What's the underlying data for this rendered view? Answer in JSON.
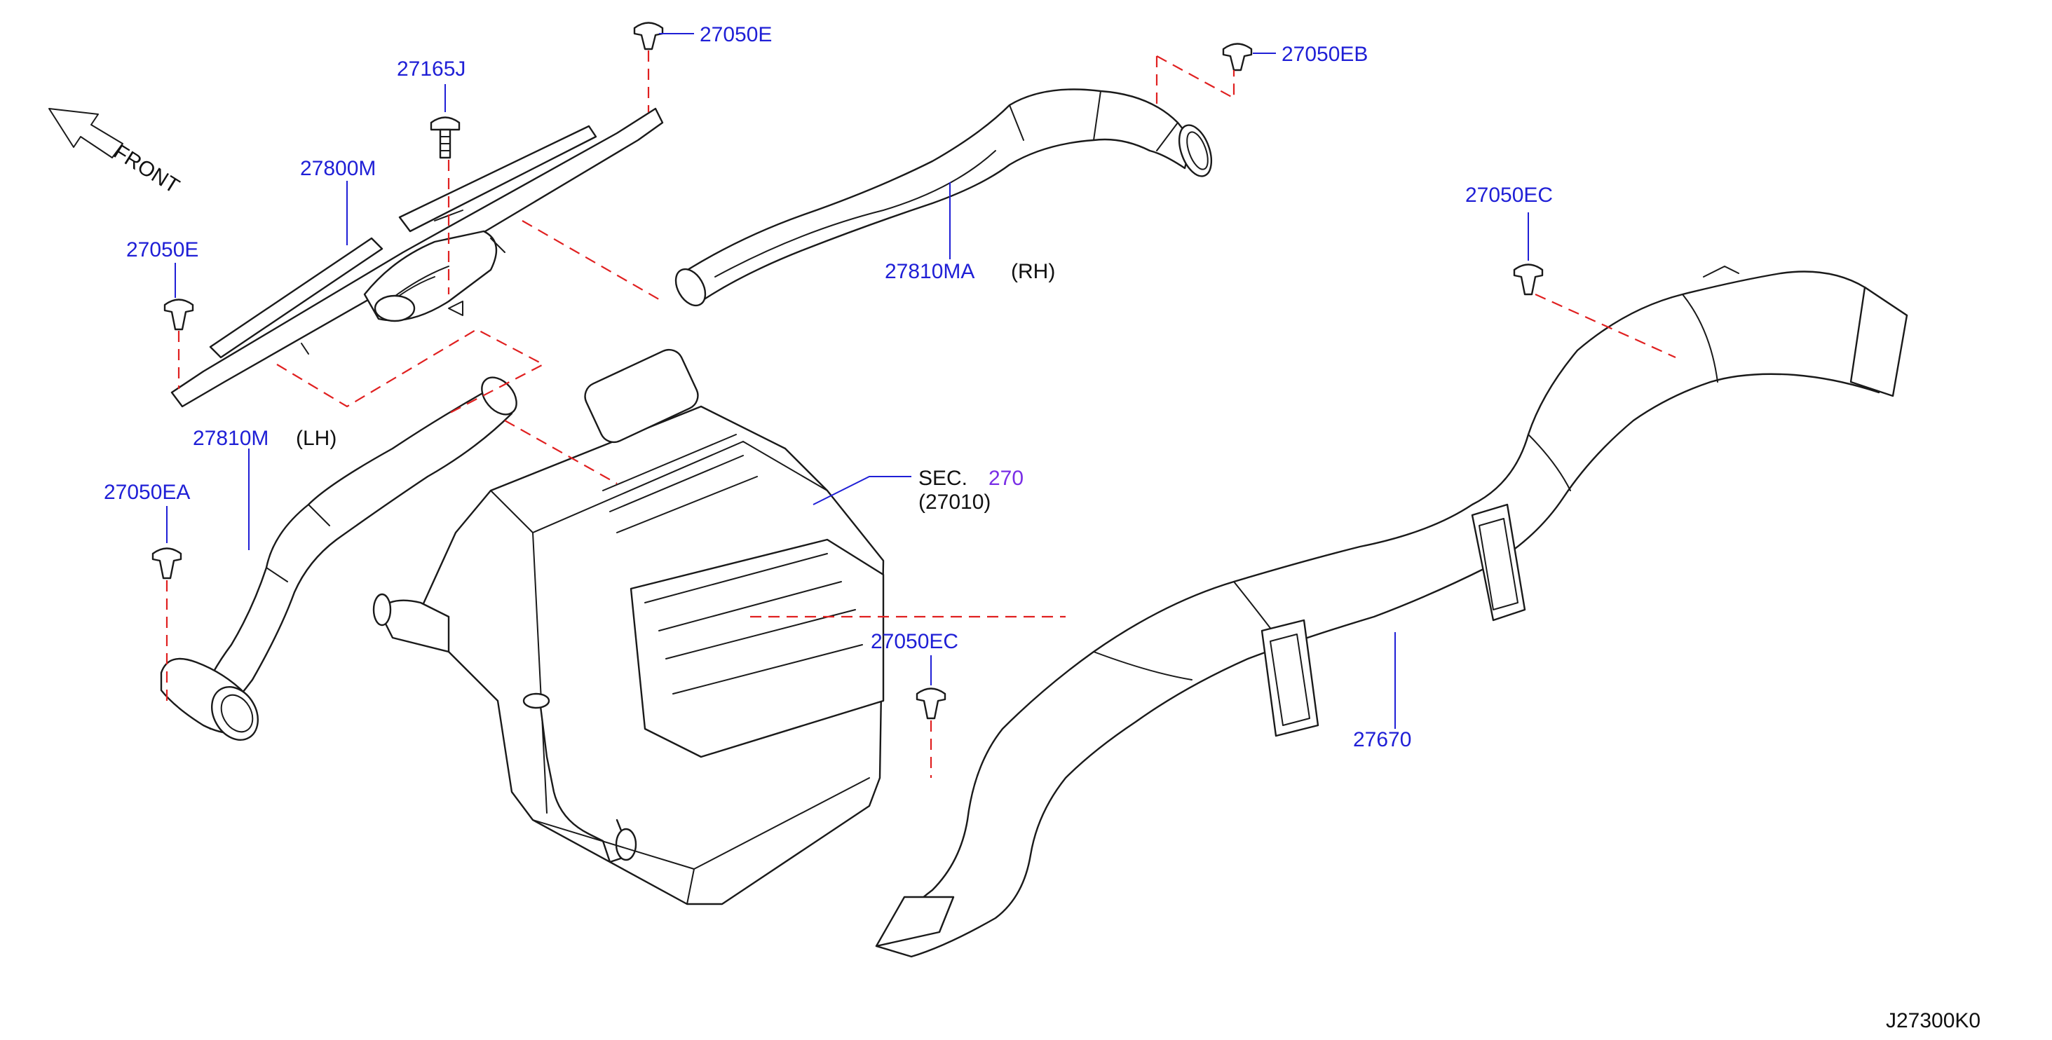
{
  "diagram": {
    "code": "J27300K0",
    "front_label": "FRONT",
    "labels": {
      "clip_top_center": "27050E",
      "bolt": "27165J",
      "clip_eb": "27050EB",
      "defroster_nozzle": "27800M",
      "clip_left": "27050E",
      "duct_rh": "27810MA",
      "duct_rh_side": "(RH)",
      "duct_lh": "27810M",
      "duct_lh_side": "(LH)",
      "clip_ea": "27050EA",
      "clip_ec_right": "27050EC",
      "clip_ec_center": "27050EC",
      "ventilator_duct": "27670",
      "sec_prefix": "SEC.",
      "sec_number": "270",
      "sec_ref": "(27010)"
    },
    "colors": {
      "part_label": "#1f1fd6",
      "section_link": "#7a2ee6",
      "dashed_guide": "#e02020",
      "line_art": "#1a1a1a"
    }
  }
}
